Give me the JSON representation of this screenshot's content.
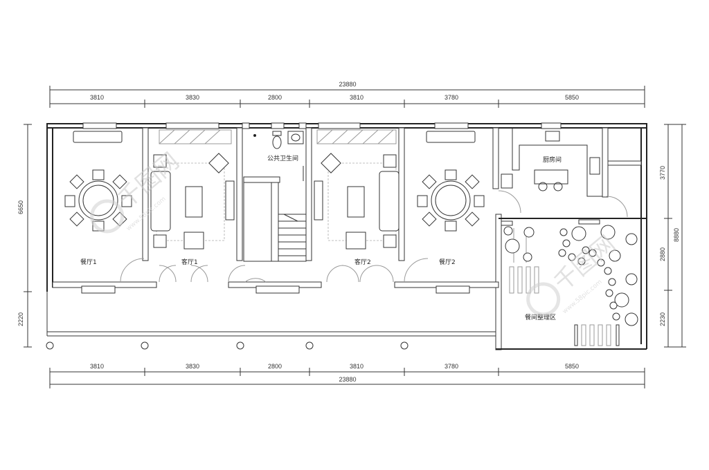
{
  "dimensions": {
    "top_total": "23880",
    "top_segments": [
      "3810",
      "3830",
      "2800",
      "3810",
      "3780",
      "5850"
    ],
    "bottom_total": "23880",
    "bottom_segments": [
      "3810",
      "3830",
      "2800",
      "3810",
      "3780",
      "5850"
    ],
    "left_segments": [
      "6650",
      "2220"
    ],
    "right_total": "8880",
    "right_segments": [
      "3770",
      "2880",
      "2230"
    ]
  },
  "rooms": {
    "dining1": "餐厅1",
    "living1": "客厅1",
    "public_wc": "公共卫生间",
    "living2": "客厅2",
    "dining2": "餐厅2",
    "kitchen": "厨房间",
    "garden": "餐间整理区"
  },
  "watermark": {
    "brand": "千图网",
    "url": "www.58pic.com"
  }
}
